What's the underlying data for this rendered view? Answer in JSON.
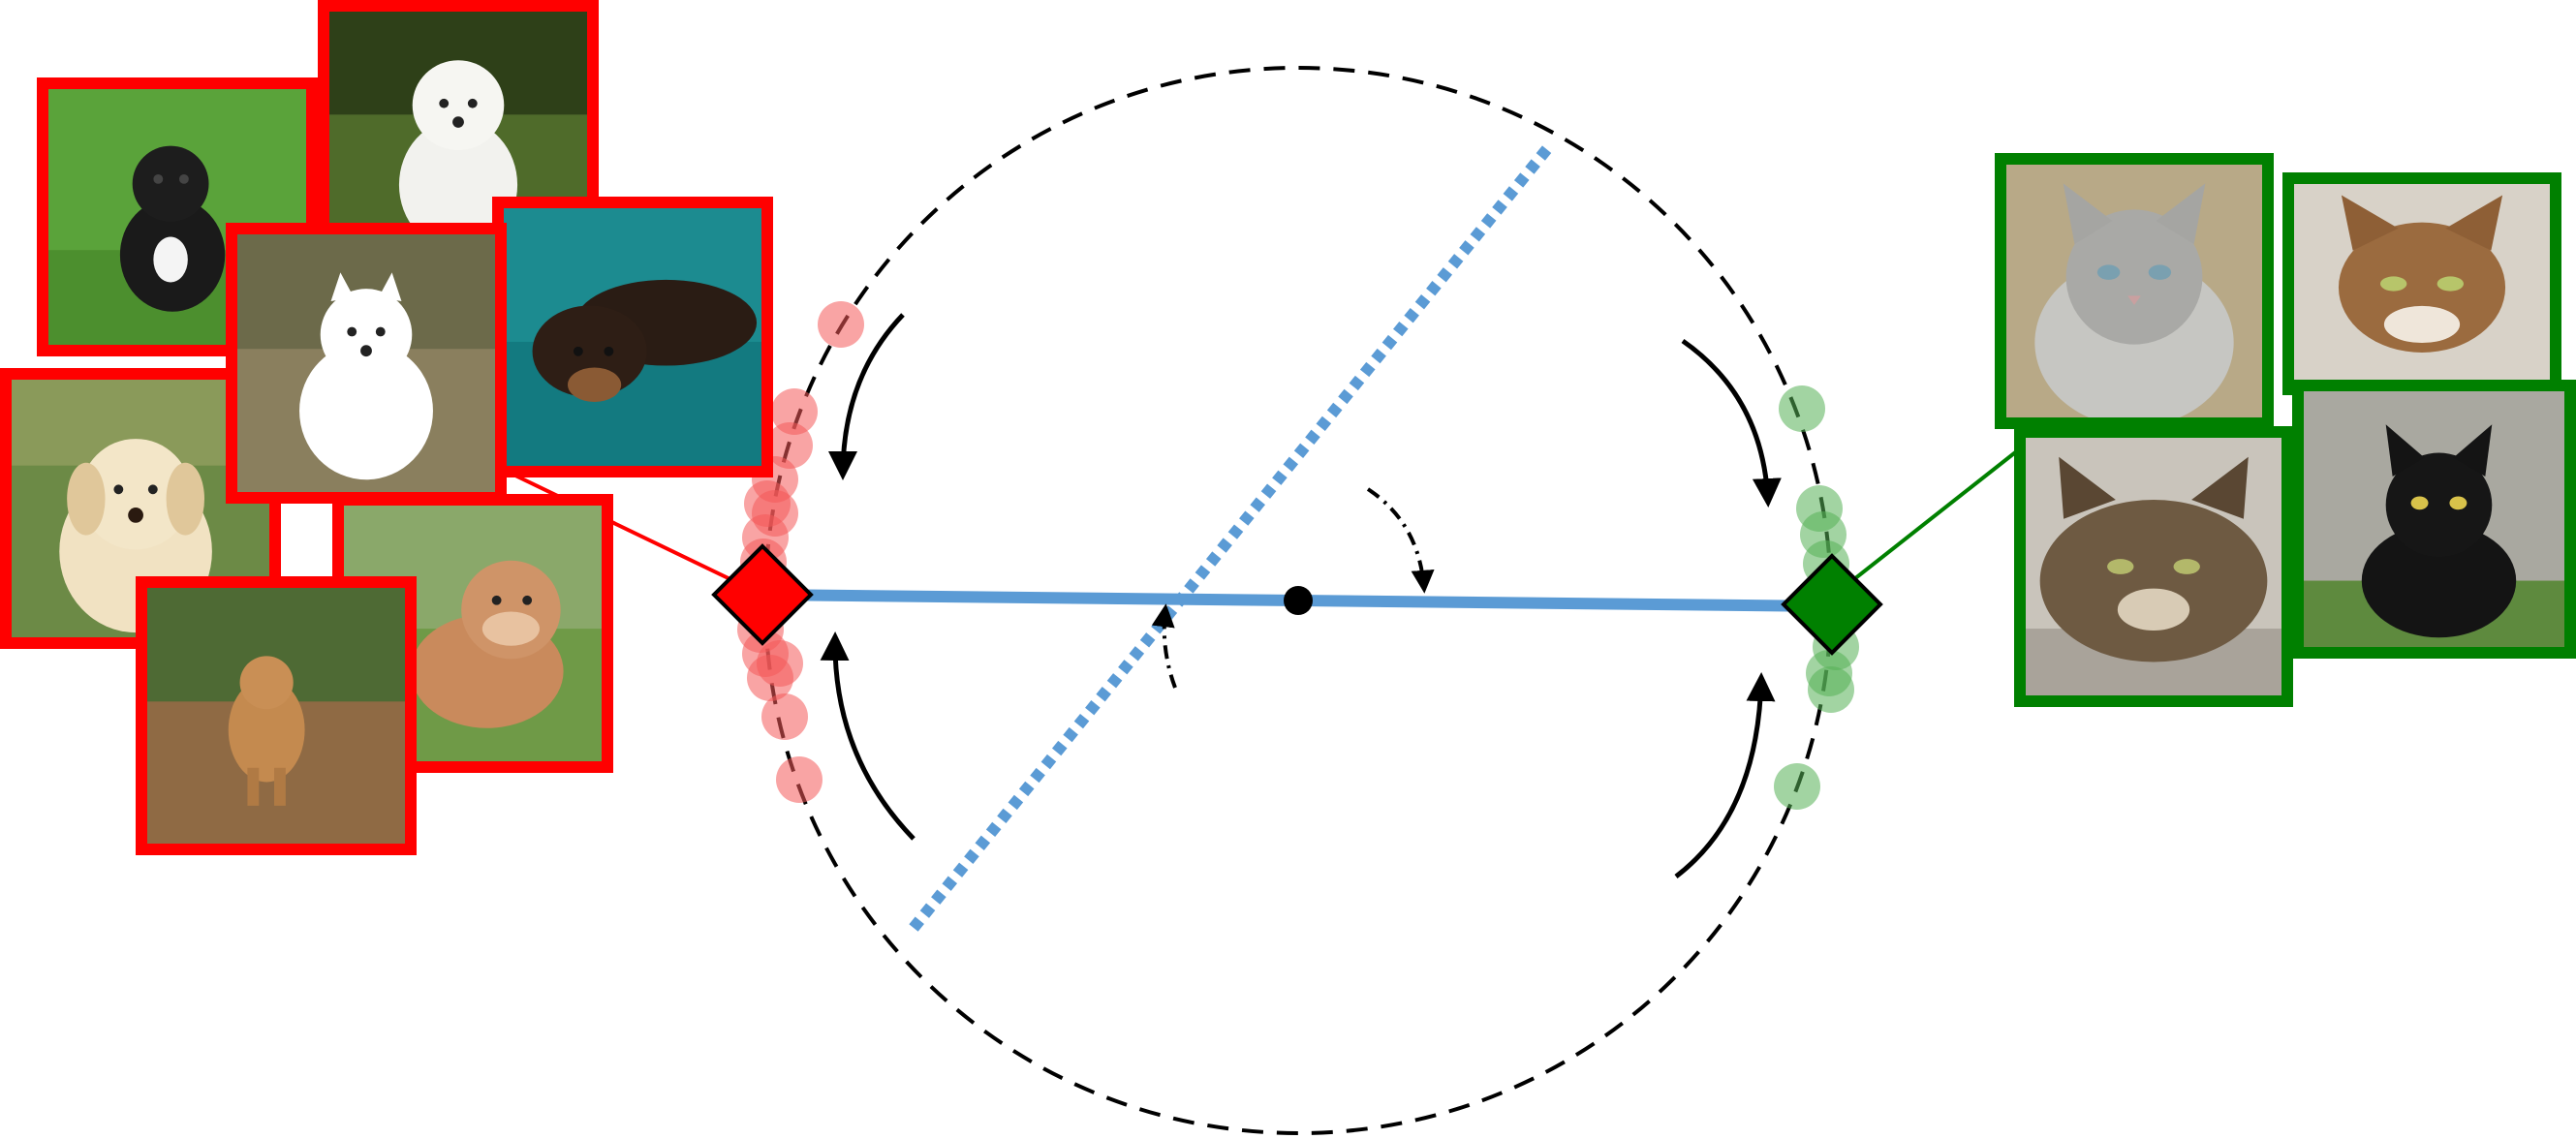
{
  "colors": {
    "background": "#ffffff",
    "dog_class": "#ff0000",
    "dog_points": "#f45a5a",
    "cat_class": "#008000",
    "cat_points": "#55b055",
    "boundary": "#5b9bd5",
    "circle": "#000000",
    "arrow": "#000000"
  },
  "groups": {
    "dogs": {
      "class": "dog",
      "photo_count": 7,
      "photos": [
        {
          "subject": "black-puppy-on-grass",
          "palette": [
            "#5aa33a",
            "#1a1a1a"
          ]
        },
        {
          "subject": "white-maltese-puppy",
          "palette": [
            "#4f6b2a",
            "#f2f2ee"
          ]
        },
        {
          "subject": "white-spitz-puppy",
          "palette": [
            "#8a7f5e",
            "#ffffff"
          ]
        },
        {
          "subject": "dachshund-lying-on-teal-couch",
          "palette": [
            "#137a80",
            "#2a1c14"
          ]
        },
        {
          "subject": "golden-retriever-puppy",
          "palette": [
            "#6c8a46",
            "#f1e2c2"
          ]
        },
        {
          "subject": "bulldog-puppy-on-lawn",
          "palette": [
            "#6f9a47",
            "#c98a5c"
          ]
        },
        {
          "subject": "terrier-running-on-path",
          "palette": [
            "#8f6a44",
            "#c48a4f"
          ]
        }
      ],
      "prototype_icon": "red-diamond-icon",
      "embedding_points": 14
    },
    "cats": {
      "class": "cat",
      "photo_count": 4,
      "photos": [
        {
          "subject": "grey-tabby-cat",
          "palette": [
            "#b8a987",
            "#9a9a98"
          ]
        },
        {
          "subject": "orange-tabby-cat",
          "palette": [
            "#d8d2c8",
            "#9b6b3f"
          ]
        },
        {
          "subject": "maine-coon-cat",
          "palette": [
            "#c9c4bb",
            "#6e5a42"
          ]
        },
        {
          "subject": "black-cat-on-grass",
          "palette": [
            "#a9a8a0",
            "#141414"
          ]
        }
      ],
      "prototype_icon": "green-diamond-icon",
      "embedding_points": 8
    }
  },
  "boundary": {
    "original": "solid-blue-line-through-center",
    "rotated": "dotted-blue-line-through-center",
    "center_icon": "black-dot-icon"
  },
  "arrows": {
    "pull_toward_prototypes": 4,
    "rotation": 2
  }
}
